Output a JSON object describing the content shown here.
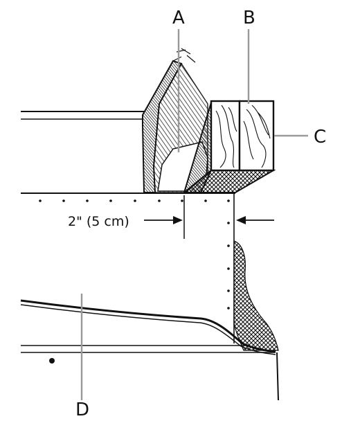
{
  "labels": {
    "a": "A",
    "b": "B",
    "c": "C",
    "d": "D"
  },
  "dimension": "2\" (5 cm)",
  "colors": {
    "ink": "#111111",
    "leader": "#9a9a9a",
    "paper": "#ffffff"
  }
}
